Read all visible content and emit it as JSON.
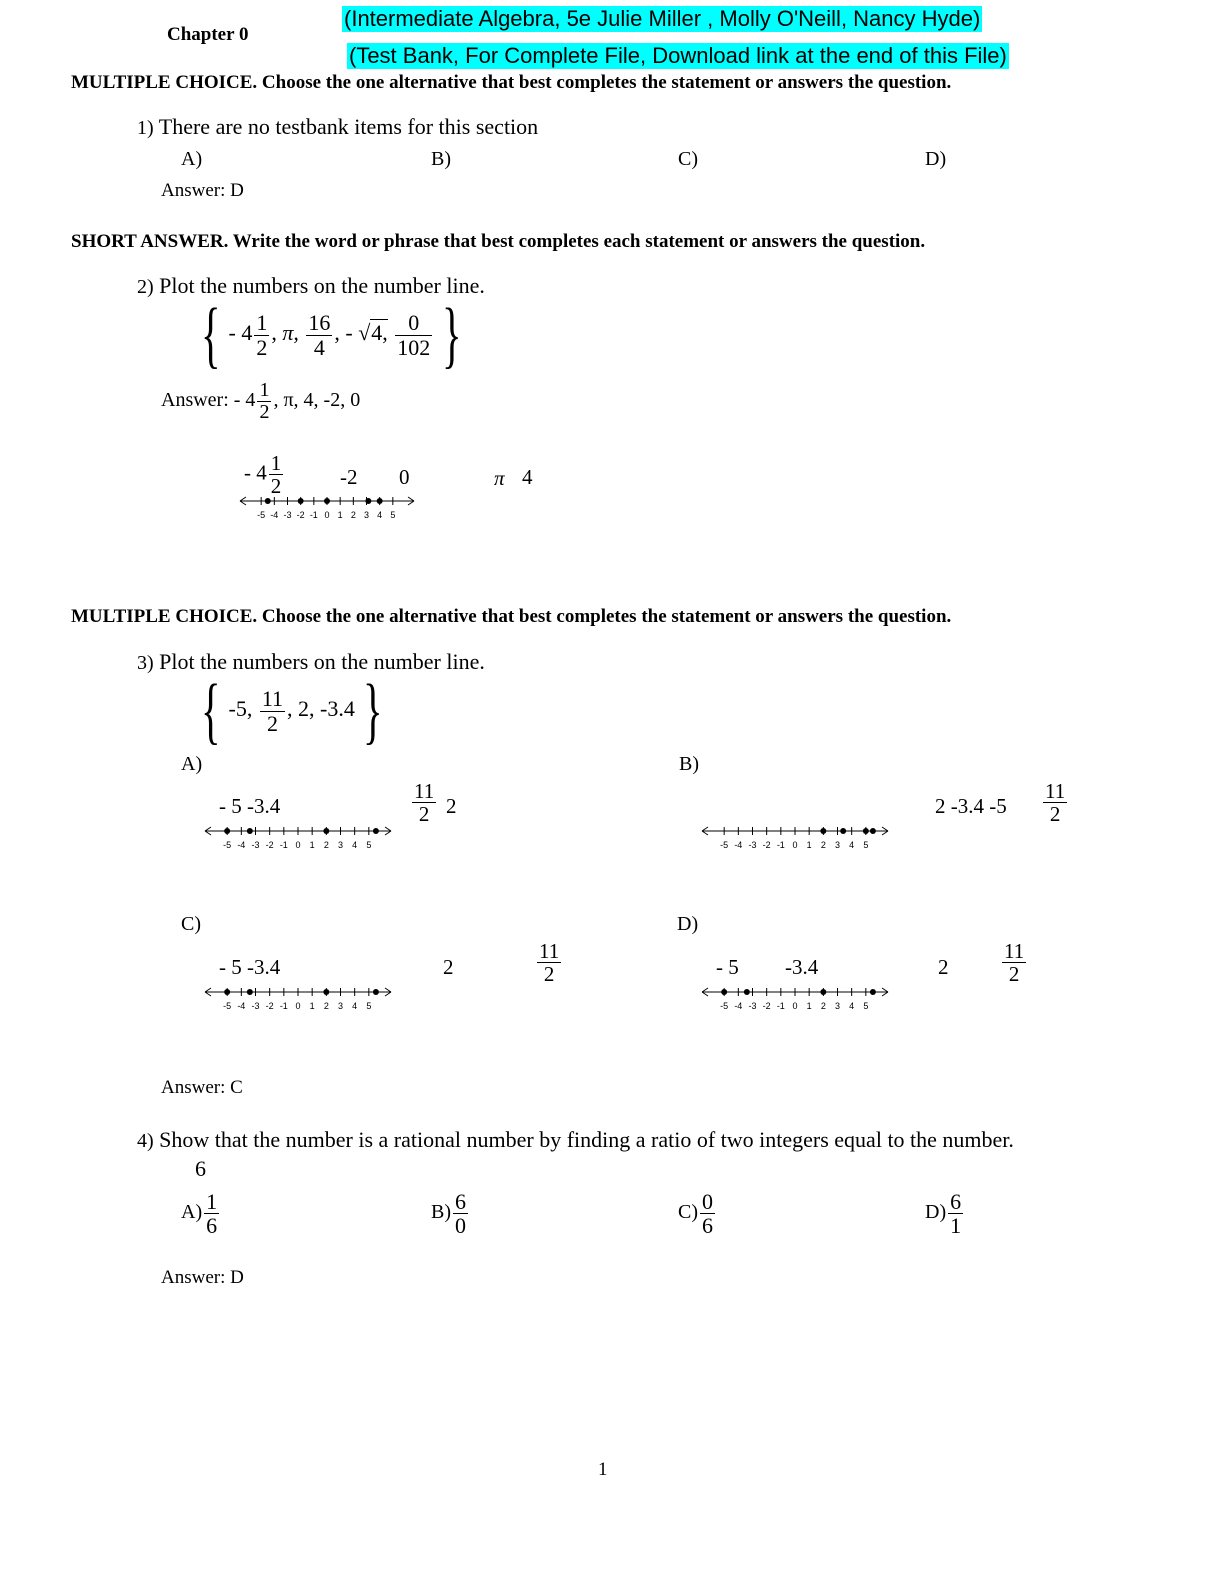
{
  "header": {
    "chapter": "Chapter 0",
    "highlight_line1": "(Intermediate Algebra, 5e Julie Miller , Molly O'Neill,  Nancy Hyde)",
    "highlight_line2": "(Test Bank, For Complete File, Download link at the end of this File)"
  },
  "sections": {
    "mc1": "MULTIPLE CHOICE.  Choose the one alternative that best completes the statement or answers the question.",
    "sa": "SHORT ANSWER.  Write the word or phrase that best completes each statement or answers the question.",
    "mc2": "MULTIPLE CHOICE.  Choose the one alternative that best completes the statement or answers the question."
  },
  "q1": {
    "num": "1)",
    "text": "There are no testbank items for this section",
    "options": [
      "A)",
      "B)",
      "C)",
      "D)"
    ],
    "answer": "Answer:  D"
  },
  "q2": {
    "num": "2)",
    "text": "Plot the numbers on the number line.",
    "set": {
      "t1_whole": "- 4",
      "t1_num": "1",
      "t1_den": "2",
      "pi": "π,",
      "t3_num": "16",
      "t3_den": "4",
      "t4_pre": "- ",
      "t4_rad": "4,",
      "t5_num": "0",
      "t5_den": "102"
    },
    "answer_prefix": "Answer:",
    "answer_whole": "- 4",
    "answer_num": "1",
    "answer_den": "2",
    "answer_rest": ", π, 4, -2, 0",
    "labels": {
      "whole": "- 4",
      "num": "1",
      "den": "2",
      "neg2": "-2",
      "zero": "0",
      "pi": "π",
      "four": "4"
    }
  },
  "q3": {
    "num": "3)",
    "text": "Plot the numbers on the number line.",
    "set": {
      "a": "-5, ",
      "num": "11",
      "den": "2",
      "rest": ", 2, -3.4"
    },
    "options": {
      "A": {
        "label": "A)",
        "l1": "- 5 -3.4",
        "num": "11",
        "den": "2",
        "l2": "2"
      },
      "B": {
        "label": "B)",
        "l1": "2  -3.4  -5",
        "num": "11",
        "den": "2"
      },
      "C": {
        "label": "C)",
        "l1": "- 5   -3.4",
        "l2": "2",
        "num": "11",
        "den": "2"
      },
      "D": {
        "label": "D)",
        "l1": "- 5",
        "l2": "-3.4",
        "l3": "2",
        "num": "11",
        "den": "2"
      }
    },
    "answer": "Answer:  C"
  },
  "q4": {
    "num": "4)",
    "text": "Show that the number is a rational number by finding a ratio of two integers equal to the number.",
    "value": "6",
    "options": [
      {
        "label": "A)",
        "num": "1",
        "den": "6"
      },
      {
        "label": "B)",
        "num": "6",
        "den": "0"
      },
      {
        "label": "C)",
        "num": "0",
        "den": "6"
      },
      {
        "label": "D)",
        "num": "6",
        "den": "1"
      }
    ],
    "answer": "Answer:  D"
  },
  "number_line": {
    "ticks": [
      "-5",
      "-4",
      "-3",
      "-2",
      "-1",
      "0",
      "1",
      "2",
      "3",
      "4",
      "5"
    ],
    "q2_points": [
      -4.5,
      -2,
      0,
      3.14,
      4
    ],
    "q3A_points": [
      -5,
      -3.4,
      2,
      5.5
    ],
    "q3B_points": [
      2,
      3.4,
      5,
      5.5
    ],
    "q3C_points": [
      -5,
      -3.4,
      2,
      5.5
    ],
    "q3D_points": [
      -5,
      -3.4,
      2,
      5.5
    ]
  },
  "footer": {
    "page": "1"
  }
}
